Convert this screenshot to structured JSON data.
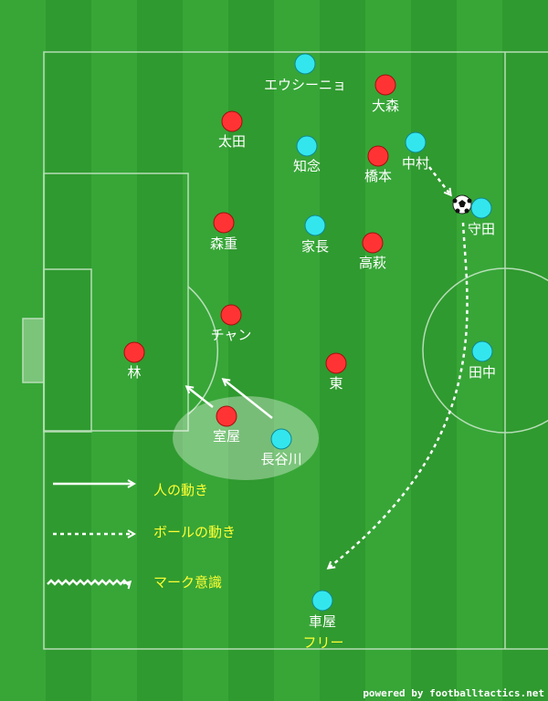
{
  "colors": {
    "grass_light": "#3aa83a",
    "grass_dark": "#2f9a2f",
    "line": "#d8efd8",
    "team_red": "#ff3333",
    "team_cyan": "#33e6ee",
    "arrow": "#ffffff",
    "legend_text": "#ffff33"
  },
  "red_players": [
    {
      "id": "oomori",
      "label": "大森"
    },
    {
      "id": "ota",
      "label": "太田"
    },
    {
      "id": "hashimoto",
      "label": "橋本"
    },
    {
      "id": "morishige",
      "label": "森重"
    },
    {
      "id": "takahagi",
      "label": "高萩"
    },
    {
      "id": "chan",
      "label": "チャン"
    },
    {
      "id": "hayashi",
      "label": "林"
    },
    {
      "id": "higashi",
      "label": "東"
    },
    {
      "id": "muroya",
      "label": "室屋"
    }
  ],
  "cyan_players": [
    {
      "id": "evson",
      "label": "エウシーニョ"
    },
    {
      "id": "chinen",
      "label": "知念"
    },
    {
      "id": "nakamura",
      "label": "中村"
    },
    {
      "id": "morita",
      "label": "守田"
    },
    {
      "id": "kacho",
      "label": "家長"
    },
    {
      "id": "tanaka",
      "label": "田中"
    },
    {
      "id": "hasegawa",
      "label": "長谷川"
    },
    {
      "id": "kurumaya",
      "label": "車屋"
    }
  ],
  "annotations": {
    "free_label": "フリー"
  },
  "legend": {
    "player_move": "人の動き",
    "ball_move": "ボールの動き",
    "marking": "マーク意識"
  },
  "credit": "powered by footballtactics.net"
}
